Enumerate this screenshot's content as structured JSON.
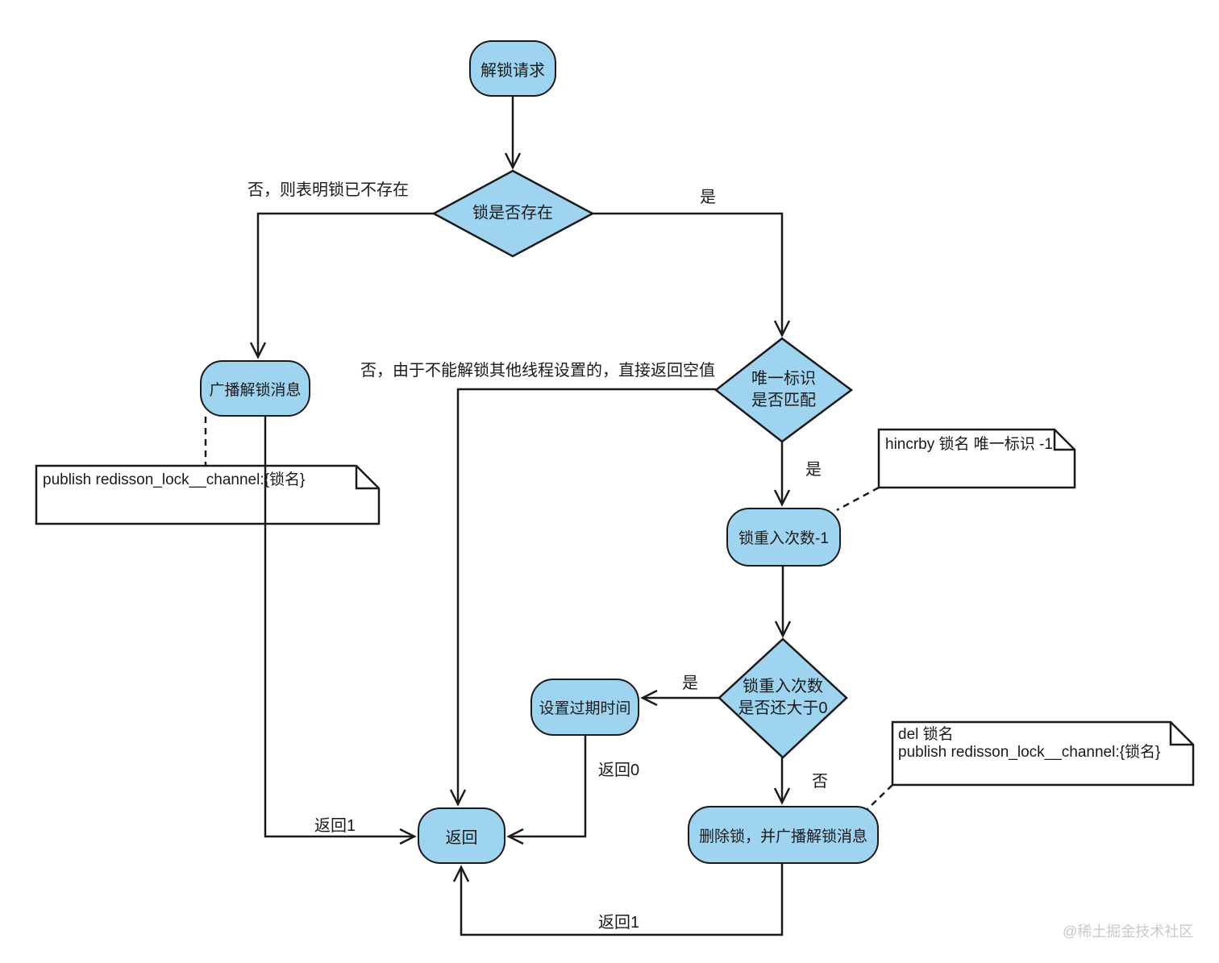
{
  "diagram": {
    "nodes": {
      "start": {
        "label": "解锁请求"
      },
      "broadcast": {
        "label": "广播解锁消息"
      },
      "decr": {
        "label": "锁重入次数-1"
      },
      "set_expire": {
        "label": "设置过期时间"
      },
      "return": {
        "label": "返回"
      },
      "delete_lock": {
        "label": "删除锁，并广播解锁消息"
      }
    },
    "decisions": {
      "lock_exists": {
        "label": "锁是否存在"
      },
      "id_match": {
        "line1": "唯一标识",
        "line2": "是否匹配"
      },
      "count_gt0": {
        "line1": "锁重入次数",
        "line2": "是否还大于0"
      }
    },
    "notes": {
      "publish": {
        "text": "publish redisson_lock__channel:{锁名}"
      },
      "hincrby": {
        "text": "hincrby 锁名 唯一标识 -1"
      },
      "del": {
        "line1": "del 锁名",
        "line2": "publish redisson_lock__channel:{锁名}"
      }
    },
    "edge_labels": {
      "no_not_exists": "否，则表明锁已不存在",
      "yes_exists": "是",
      "no_other_thread": "否，由于不能解锁其他线程设置的，直接返回空值",
      "yes_match": "是",
      "yes_gt0": "是",
      "return0": "返回0",
      "no_gt0": "否",
      "return1_left": "返回1",
      "return1_bottom": "返回1"
    },
    "watermark": "@稀土掘金技术社区",
    "colors": {
      "node_fill": "#9ed4f0",
      "stroke": "#1a1a1a",
      "note_fill": "#ffffff",
      "watermark": "#c9c9c9"
    }
  }
}
